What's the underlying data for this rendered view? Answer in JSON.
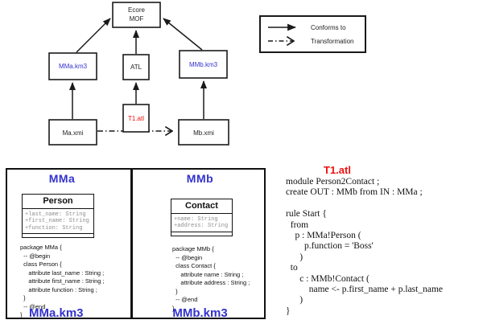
{
  "colors": {
    "accent_blue": "#3232cd",
    "accent_red": "#ee1111",
    "attribute_gray": "#8f8f8f"
  },
  "diagram": {
    "nodes": {
      "ecore_line1": "Ecore",
      "ecore_line2": "MOF",
      "mma_km3": "MMa.km3",
      "atl": "ATL",
      "mmb_km3": "MMb.km3",
      "ma_xmi": "Ma.xmi",
      "t1_atl": "T1.atl",
      "mb_xmi": "Mb.xmi"
    }
  },
  "legend": {
    "conforms_to": "Conforms to",
    "transformation": "Transformation"
  },
  "metamodels": {
    "mma": {
      "title": "MMa",
      "class_name": "Person",
      "attributes": [
        "+last_name: String",
        "+first_name: String",
        "+function: String"
      ],
      "code_lines": [
        "package MMa {",
        "  -- @begin",
        "  class Person {",
        "     attribute last_name : String ;",
        "     attribute first_name : String ;",
        "     attribute function : String ;",
        "  }",
        "  -- @end",
        "}"
      ],
      "file_label": "MMa.km3"
    },
    "mmb": {
      "title": "MMb",
      "class_name": "Contact",
      "attributes": [
        "+name: String",
        "+address: String"
      ],
      "code_lines": [
        "package MMb {",
        "  -- @begin",
        "  class Contact {",
        "     attribute name : String ;",
        "     attribute address : String ;",
        "  }",
        "  -- @end",
        "}"
      ],
      "file_label": "MMb.km3"
    }
  },
  "atl": {
    "title": "T1.atl",
    "code_lines": [
      "module Person2Contact ;",
      "create OUT : MMb from IN : MMa ;",
      "",
      "rule Start {",
      "  from",
      "    p : MMa!Person (",
      "        p.function = 'Boss'",
      "      )",
      "  to",
      "      c : MMb!Contact (",
      "          name <- p.first_name + p.last_name",
      "      )",
      "}"
    ]
  }
}
